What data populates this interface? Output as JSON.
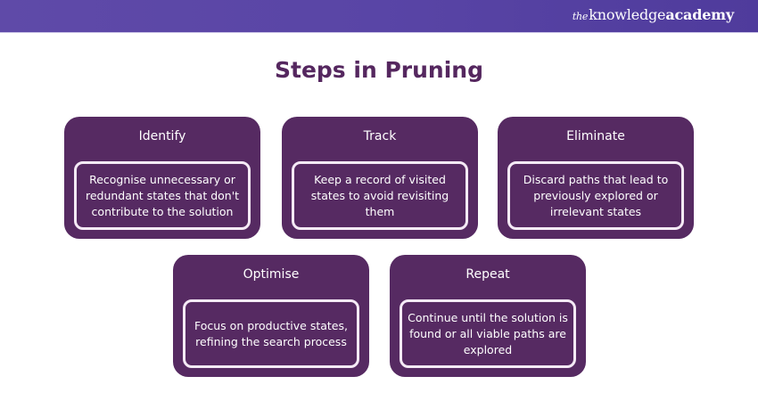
{
  "header": {
    "logo_prefix": "the",
    "logo_word1": "knowledge",
    "logo_word2": "academy"
  },
  "title": "Steps in Pruning",
  "steps": [
    {
      "label": "Identify",
      "description": "Recognise unnecessary or redundant states that don't contribute to the solution"
    },
    {
      "label": "Track",
      "description": "Keep a record of visited states to avoid revisiting them"
    },
    {
      "label": "Eliminate",
      "description": "Discard paths that lead to previously explored or irrelevant states"
    },
    {
      "label": "Optimise",
      "description": "Focus on productive states, refining the search process"
    },
    {
      "label": "Repeat",
      "description": "Continue until the solution is found or all viable paths are explored"
    }
  ],
  "colors": {
    "header": "#5945a6",
    "card": "#562a62",
    "title": "#55275f",
    "inner_border": "#f5eaf6"
  }
}
